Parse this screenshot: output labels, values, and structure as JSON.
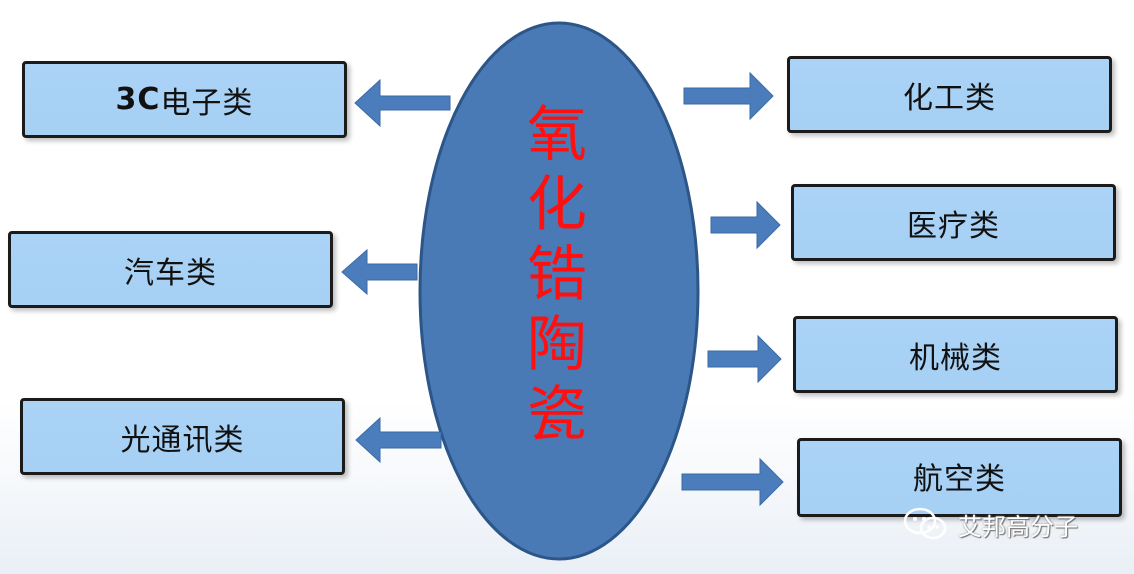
{
  "center": {
    "label_chars": [
      "氧",
      "化",
      "锆",
      "陶",
      "瓷"
    ]
  },
  "left_items": [
    {
      "label_prefix": "3C",
      "label": "电子类"
    },
    {
      "label_prefix": "",
      "label": "汽车类"
    },
    {
      "label_prefix": "",
      "label": "光通讯类"
    }
  ],
  "right_items": [
    {
      "label": "化工类"
    },
    {
      "label": "医疗类"
    },
    {
      "label": "机械类"
    },
    {
      "label": "航空类"
    }
  ],
  "watermark": {
    "text": "艾邦高分子",
    "icon": "wechat-icon"
  },
  "colors": {
    "ellipse_fill": "#4a7ab5",
    "ellipse_stroke": "#2c5588",
    "center_text": "#ff1010",
    "box_fill": "#a8d2f5",
    "arrow_fill": "#4b7dbd"
  }
}
